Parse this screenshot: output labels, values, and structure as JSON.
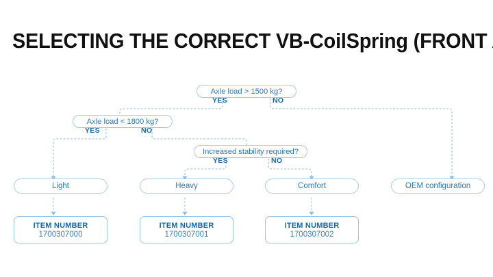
{
  "page": {
    "title": "SELECTING THE CORRECT VB-CoilSpring (FRONT AXLE)",
    "background_color": "#ffffff"
  },
  "colors": {
    "title_text": "#111111",
    "node_border": "#aacde9",
    "node_text": "#2a7ac0",
    "label_text": "#1268b3",
    "connector": "#9ec6e6",
    "item_value_text": "#3d86c6"
  },
  "diagram": {
    "type": "flowchart",
    "orientation": "top-down",
    "connector_style": "dashed",
    "decisions": [
      {
        "id": "d1",
        "question": "Axle load > 1500 kg?",
        "yes_label": "YES",
        "no_label": "NO",
        "yes_target": "d2",
        "no_target": "r4"
      },
      {
        "id": "d2",
        "question": "Axle load < 1800 kg?",
        "yes_label": "YES",
        "no_label": "NO",
        "yes_target": "r1",
        "no_target": "d3"
      },
      {
        "id": "d3",
        "question": "Increased stability required?",
        "yes_label": "YES",
        "no_label": "NO",
        "yes_target": "r2",
        "no_target": "r3"
      }
    ],
    "results": [
      {
        "id": "r1",
        "label": "Light",
        "item": "i1"
      },
      {
        "id": "r2",
        "label": "Heavy",
        "item": "i2"
      },
      {
        "id": "r3",
        "label": "Comfort",
        "item": "i3"
      },
      {
        "id": "r4",
        "label": "OEM configuration",
        "item": null
      }
    ],
    "items": [
      {
        "id": "i1",
        "label": "ITEM NUMBER",
        "value": "1700307000"
      },
      {
        "id": "i2",
        "label": "ITEM NUMBER",
        "value": "1700307001"
      },
      {
        "id": "i3",
        "label": "ITEM NUMBER",
        "value": "1700307002"
      }
    ]
  }
}
